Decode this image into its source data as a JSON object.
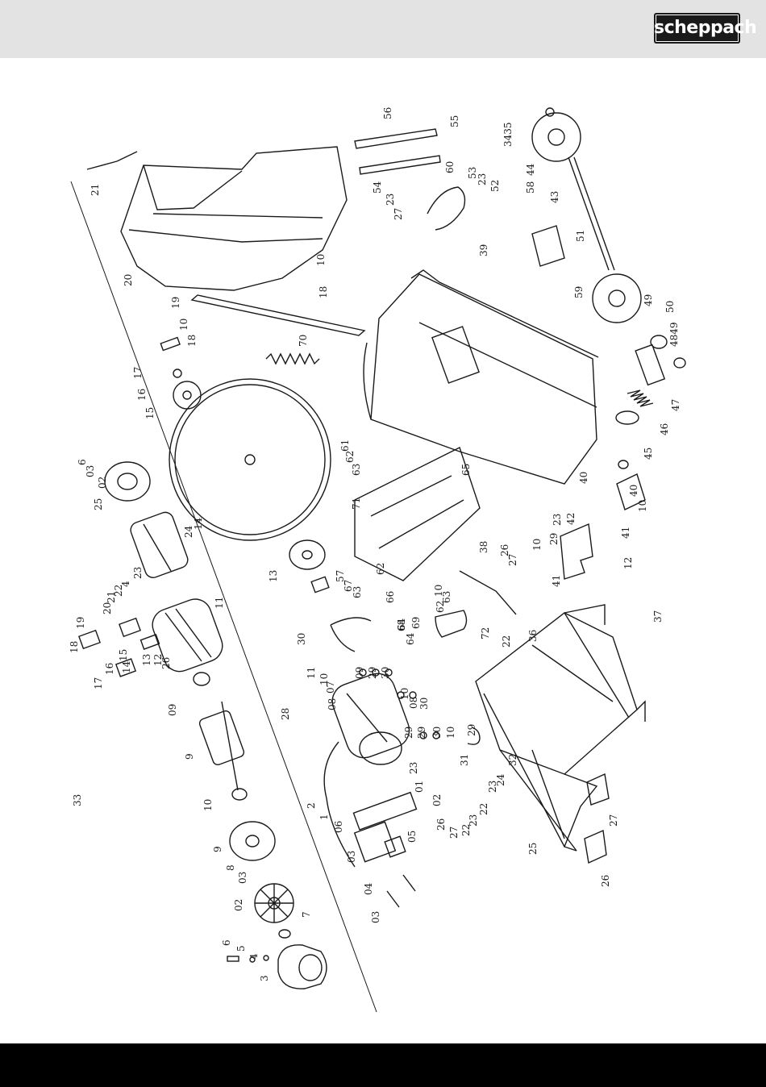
{
  "header": {
    "brand_logo": "scheppach",
    "band_color": "#e3e3e3"
  },
  "footer": {
    "band_color": "#000000"
  },
  "diagram": {
    "orientation": "rotated-90-ccw",
    "callouts": [
      "21",
      "20",
      "19",
      "10",
      "18",
      "17",
      "16",
      "15",
      "70",
      "54",
      "23",
      "27",
      "10",
      "18",
      "56",
      "55",
      "60",
      "53",
      "23",
      "52",
      "3435",
      "44",
      "58",
      "43",
      "51",
      "59",
      "39",
      "49",
      "50",
      "4849",
      "47",
      "46",
      "45",
      "6",
      "03",
      "02",
      "25",
      "14",
      "61",
      "62",
      "63",
      "65",
      "71",
      "24",
      "23",
      "4",
      "22",
      "21",
      "20",
      "19",
      "18",
      "17",
      "16",
      "15",
      "14",
      "13",
      "12",
      "26",
      "11",
      "13",
      "57",
      "67",
      "63",
      "62",
      "66",
      "64",
      "38",
      "26",
      "27",
      "23",
      "40",
      "29",
      "10",
      "41",
      "42",
      "40",
      "10",
      "12",
      "41",
      "10",
      "62",
      "68",
      "64",
      "69",
      "63",
      "72",
      "22",
      "36",
      "37",
      "30",
      "11",
      "10",
      "09",
      "29",
      "30",
      "10",
      "08",
      "07",
      "08",
      "30",
      "29",
      "29",
      "30",
      "10",
      "29",
      "28",
      "09",
      "9",
      "10",
      "9",
      "8",
      "03",
      "02",
      "7",
      "6",
      "5",
      "4",
      "3",
      "2",
      "1",
      "06",
      "03",
      "05",
      "04",
      "03",
      "02",
      "01",
      "23",
      "26",
      "27",
      "22",
      "23",
      "22",
      "23",
      "24",
      "25",
      "26",
      "27",
      "31",
      "32",
      "33"
    ]
  }
}
